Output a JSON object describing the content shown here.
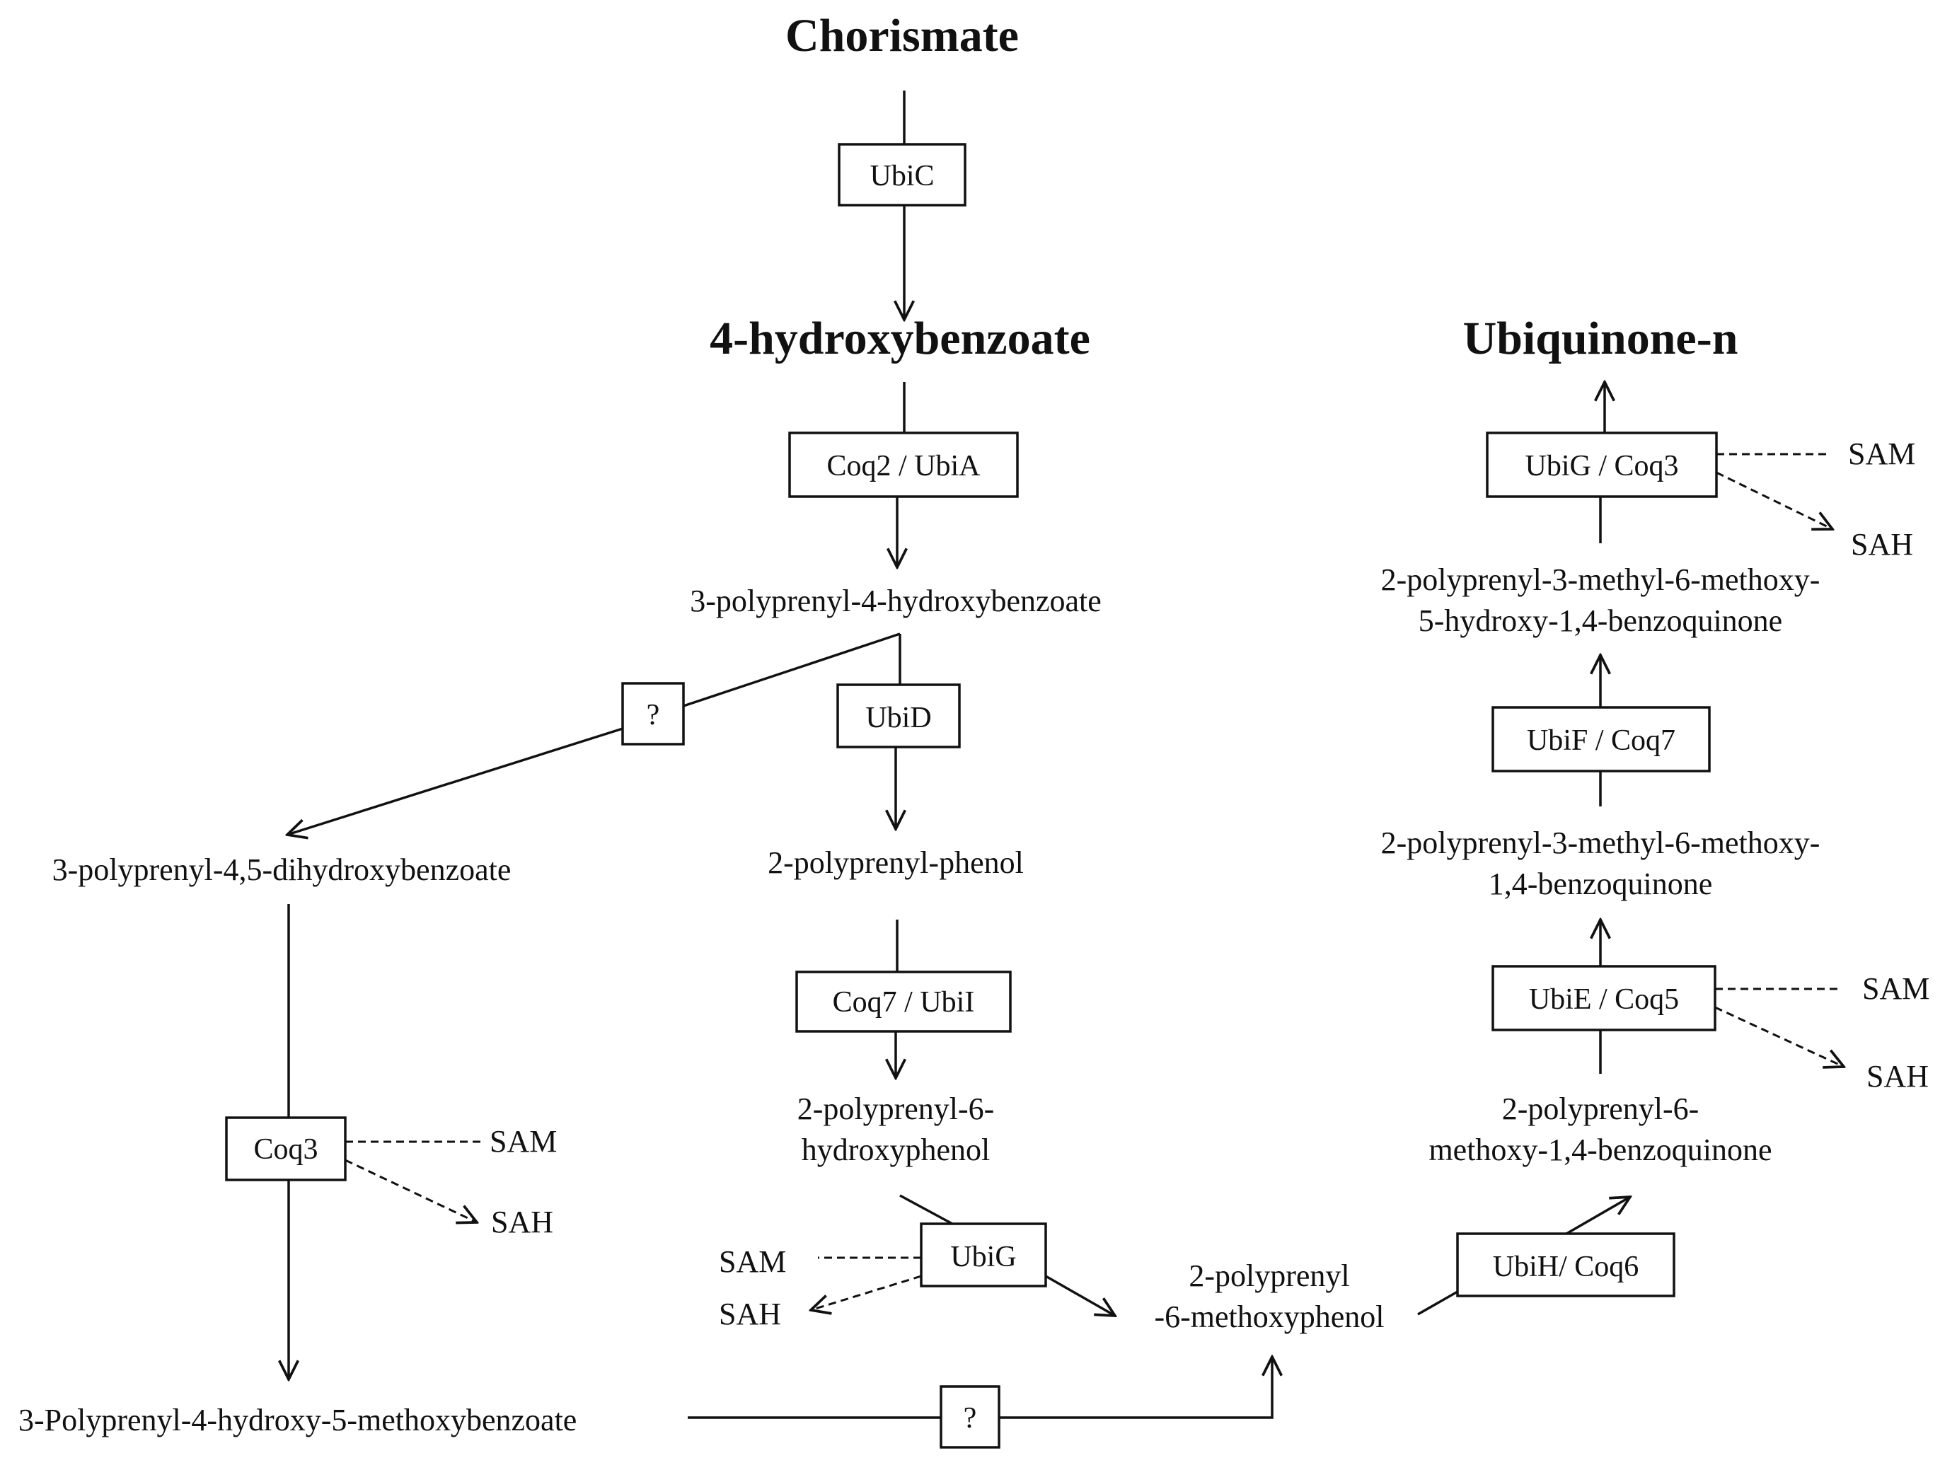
{
  "titles": {
    "chorismate": "Chorismate",
    "hydroxybenzoate": "4-hydroxybenzoate",
    "ubiquinone": "Ubiquinone-n"
  },
  "compounds": {
    "polyprenyl_hydroxybenzoate": "3-polyprenyl-4-hydroxybenzoate",
    "dihydroxybenzoate": "3-polyprenyl-4,5-dihydroxybenzoate",
    "polyprenyl_phenol": "2-polyprenyl-phenol",
    "hydroxyphenol": [
      "2-polyprenyl-6-",
      "hydroxyphenol"
    ],
    "methoxyphenol": [
      "2-polyprenyl",
      "-6-methoxyphenol"
    ],
    "methoxybenzoate": "3-Polyprenyl-4-hydroxy-5-methoxybenzoate",
    "methoxy_benzoquinone": [
      "2-polyprenyl-6-",
      "methoxy-1,4-benzoquinone"
    ],
    "methyl_methoxy_benzoquinone": [
      "2-polyprenyl-3-methyl-6-methoxy-",
      "1,4-benzoquinone"
    ],
    "hydroxy_benzoquinone": [
      "2-polyprenyl-3-methyl-6-methoxy-",
      "5-hydroxy-1,4-benzoquinone"
    ]
  },
  "enzymes": {
    "ubic": "UbiC",
    "coq2_ubia": "Coq2 / UbiA",
    "ubid": "UbiD",
    "unknown_left": "?",
    "coq7_ubii": "Coq7 / UbiI",
    "coq3": "Coq3",
    "ubig": "UbiG",
    "unknown_bottom": "?",
    "ubih_coq6": "UbiH/ Coq6",
    "ubie_coq5": "UbiE / Coq5",
    "ubif_coq7": "UbiF / Coq7",
    "ubig_coq3": "UbiG / Coq3"
  },
  "cofactors": {
    "coq3_sam": "SAM",
    "coq3_sah": "SAH",
    "ubig_sam": "SAM",
    "ubig_sah": "SAH",
    "ubie_sam": "SAM",
    "ubie_sah": "SAH",
    "ubigcoq3_sam": "SAM",
    "ubigcoq3_sah": "SAH"
  }
}
